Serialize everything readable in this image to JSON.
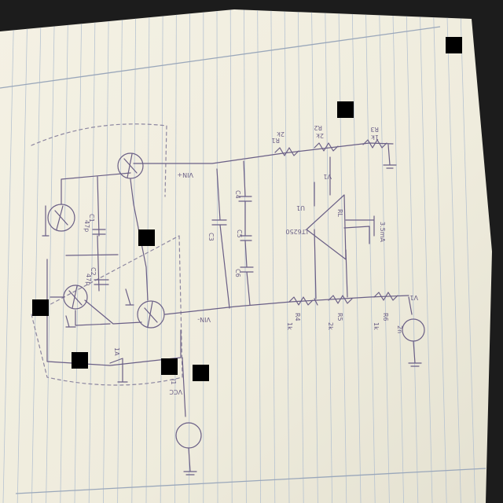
{
  "photo": {
    "subject": "",
    "background_color": "#1c1c1c",
    "paper_color": "#f1eee0",
    "rule_color": "#b7c3d1",
    "ink_color": "#6a5f86"
  },
  "labels": {
    "u1": "U1",
    "u1_part": "LT6250",
    "u1_sup": "V1",
    "c1": "C1",
    "c1_val": "47p",
    "c2": "C2",
    "c2_val": "47p",
    "r1": "R1",
    "r1_val": "2k",
    "r2": "R2",
    "r2_val": "2k",
    "r3": "R3",
    "r3_val": "1k",
    "r4": "R4",
    "r4_val": "1k",
    "r5": "R5",
    "r5_val": "2k",
    "r6": "R6",
    "r6_val": "1k",
    "vin": "V1",
    "vin_val": "2n",
    "vcc": "VCC",
    "vin_plus": "VIN+",
    "vin_minus": "VIN-",
    "i1": "I1",
    "cap_a": "C3",
    "cap_b": "C4",
    "cap_c": "C5",
    "cap_d": "C6",
    "load": "RL",
    "gain": "3.5mA",
    "bias": "1A"
  }
}
